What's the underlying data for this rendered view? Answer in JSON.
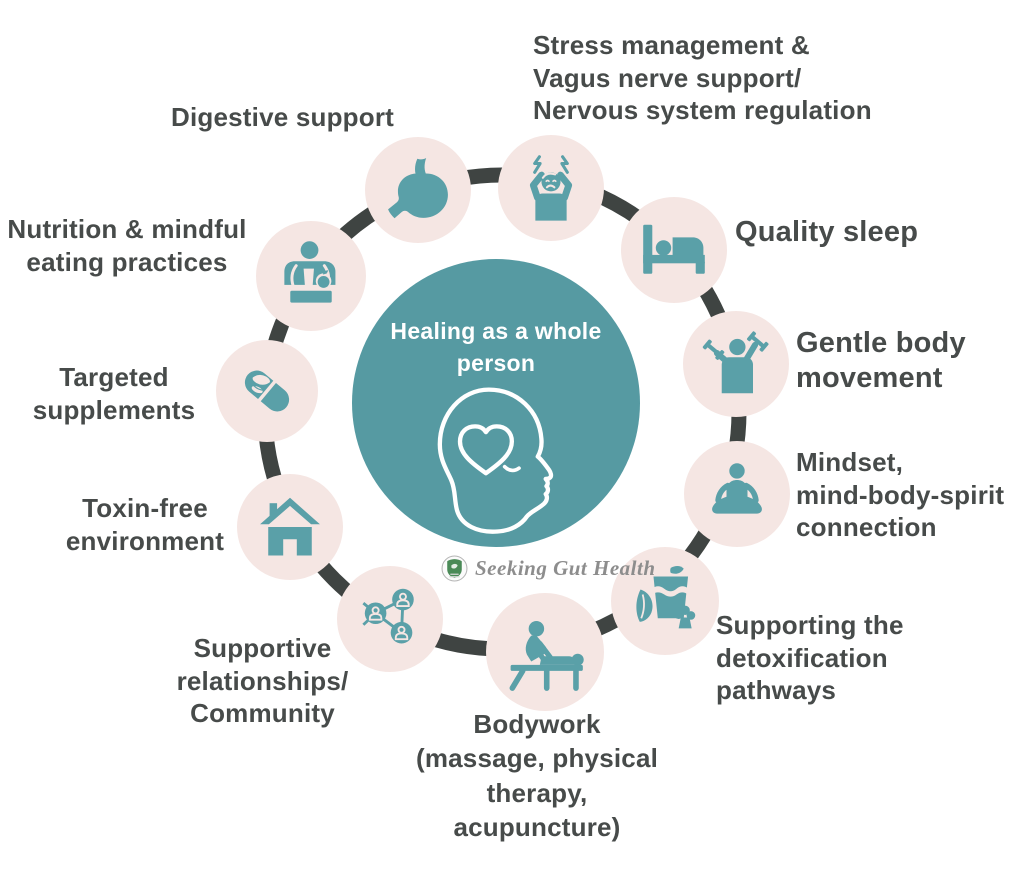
{
  "colors": {
    "teal": "#5aa0a8",
    "center_teal": "#569aa2",
    "pink": "#f5e6e3",
    "ring": "#3f4442",
    "text": "#474b4a",
    "logo_gray": "#8d8d8d",
    "logo_green": "#4a8a57",
    "white": "#ffffff"
  },
  "center": {
    "title": "Healing as a whole\nperson"
  },
  "logo": {
    "name": "Seeking Gut Health"
  },
  "nodes": [
    {
      "id": "digestive",
      "icon": "stomach-icon",
      "label": "Digestive support"
    },
    {
      "id": "stress",
      "icon": "stressed-person-icon",
      "label": "Stress management &\nVagus nerve support/\nNervous system regulation"
    },
    {
      "id": "sleep",
      "icon": "bed-icon",
      "label": "Quality sleep"
    },
    {
      "id": "movement",
      "icon": "dumbbell-person-icon",
      "label": "Gentle body\nmovement"
    },
    {
      "id": "mindset",
      "icon": "meditation-icon",
      "label": "Mindset,\nmind-body-spirit\nconnection"
    },
    {
      "id": "detox",
      "icon": "green-drink-icon",
      "label": "Supporting the\ndetoxification\npathways"
    },
    {
      "id": "bodywork",
      "icon": "massage-table-icon",
      "label": "Bodywork\n(massage, physical\ntherapy,\nacupuncture)"
    },
    {
      "id": "community",
      "icon": "people-network-icon",
      "label": "Supportive\nrelationships/\nCommunity"
    },
    {
      "id": "environment",
      "icon": "house-icon",
      "label": "Toxin-free\nenvironment"
    },
    {
      "id": "supplements",
      "icon": "capsule-leaf-icon",
      "label": "Targeted\nsupplements"
    },
    {
      "id": "nutrition",
      "icon": "eating-person-icon",
      "label": "Nutrition & mindful\neating practices"
    }
  ]
}
